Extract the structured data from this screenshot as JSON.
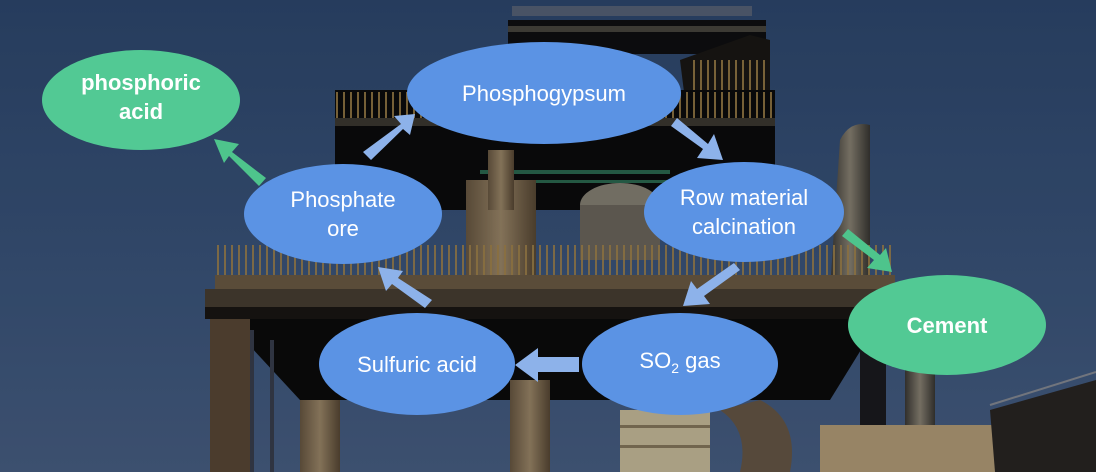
{
  "colors": {
    "process_node": "#5B93E4",
    "process_arrow": "#8DB2EA",
    "product_node": "#52C994",
    "product_arrow": "#4EC48C",
    "text": "#FFFFFF"
  },
  "nodes": {
    "phosphogypsum": {
      "label": "Phosphogypsum",
      "kind": "process"
    },
    "calcination": {
      "label_line1": "Row material",
      "label_line2": "calcination",
      "kind": "process"
    },
    "so2": {
      "label_prefix": "SO",
      "label_sub": "2",
      "label_suffix": " gas",
      "kind": "process"
    },
    "sulfuric": {
      "label": "Sulfuric acid",
      "kind": "process"
    },
    "phosphate": {
      "label_line1": "Phosphate",
      "label_line2": "ore",
      "kind": "process"
    },
    "phosphoric": {
      "label_line1": "phosphoric",
      "label_line2": "acid",
      "kind": "product"
    },
    "cement": {
      "label": "Cement",
      "kind": "product"
    }
  },
  "edges": [
    {
      "from": "phosphate",
      "to": "phosphogypsum",
      "kind": "process"
    },
    {
      "from": "phosphogypsum",
      "to": "calcination",
      "kind": "process"
    },
    {
      "from": "calcination",
      "to": "so2",
      "kind": "process"
    },
    {
      "from": "so2",
      "to": "sulfuric",
      "kind": "process"
    },
    {
      "from": "sulfuric",
      "to": "phosphate",
      "kind": "process"
    },
    {
      "from": "phosphate",
      "to": "phosphoric",
      "kind": "product"
    },
    {
      "from": "calcination",
      "to": "cement",
      "kind": "product"
    }
  ],
  "background": {
    "subject": "industrial-plant-photo"
  }
}
